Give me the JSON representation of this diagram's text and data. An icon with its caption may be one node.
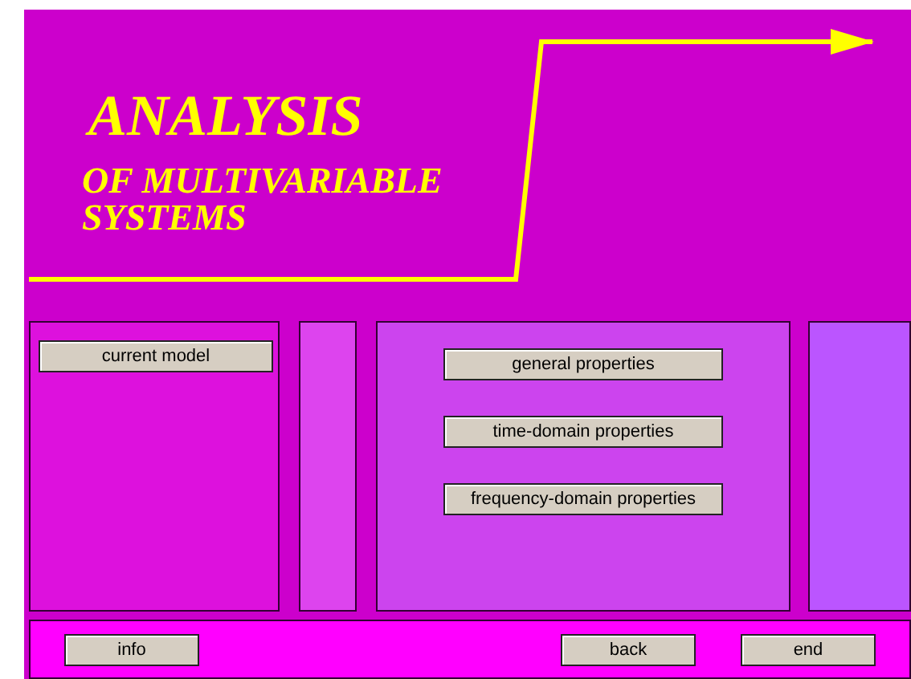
{
  "diagram": {
    "title": "ANALYSIS",
    "nodes": [
      {
        "text": [],
        "shape": "box"
      },
      {
        "text": [
          "current model"
        ],
        "in": 0
      },
      {
        "text": [],
        "shape": "box"
      },
      {
        "text": [],
        "shape": "box"
      },
      {
        "text": [
          "general properties"
        ],
        "in": 3
      },
      {
        "text": [
          "time-domain properties"
        ],
        "in": 3
      },
      {
        "text": [
          "frequency-domain properties"
        ],
        "in": 3
      },
      {
        "text": [],
        "shape": "box"
      },
      {
        "text": [],
        "shape": "box"
      },
      {
        "text": [
          "info"
        ],
        "in": 8
      },
      {
        "text": [
          "back"
        ],
        "in": 8
      },
      {
        "text": [
          "end"
        ],
        "in": 8
      }
    ],
    "edges": [],
    "labels": [
      "OF MULTIVARIABLE SYSTEMS"
    ]
  }
}
